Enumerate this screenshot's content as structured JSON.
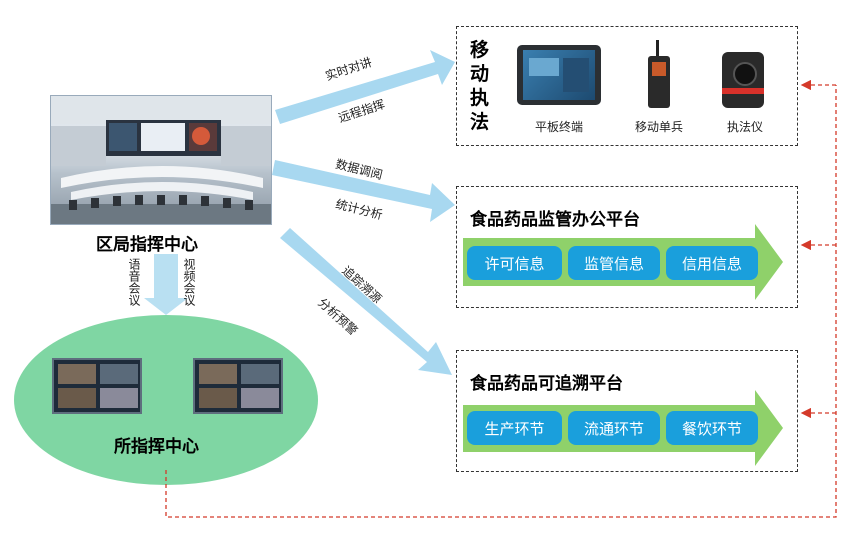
{
  "command_center": {
    "label": "区局指挥中心"
  },
  "sub_center": {
    "label": "所指挥中心"
  },
  "vertical_labels": [
    "语音会议",
    "视频会议"
  ],
  "arrow_labels": {
    "mobile_top": "实时对讲",
    "mobile_bottom": "远程指挥",
    "office_top": "数据调阅",
    "office_bottom": "统计分析",
    "trace_top": "追踪溯源",
    "trace_bottom": "分析预警"
  },
  "mobile": {
    "title": "移动执法",
    "devices": [
      {
        "label": "平板终端",
        "icon": "tablet-icon"
      },
      {
        "label": "移动单兵",
        "icon": "radio-icon"
      },
      {
        "label": "执法仪",
        "icon": "body-camera-icon"
      }
    ]
  },
  "office_platform": {
    "title": "食品药品监管办公平台",
    "items": [
      "许可信息",
      "监管信息",
      "信用信息"
    ]
  },
  "trace_platform": {
    "title": "食品药品可追溯平台",
    "items": [
      "生产环节",
      "流通环节",
      "餐饮环节"
    ]
  },
  "colors": {
    "pill": "#1a9fdc",
    "band": "#8fd16a",
    "arrow": "#a8d8f0",
    "ellipse": "#7fd6a3",
    "dashed_red": "#d43a2a"
  }
}
